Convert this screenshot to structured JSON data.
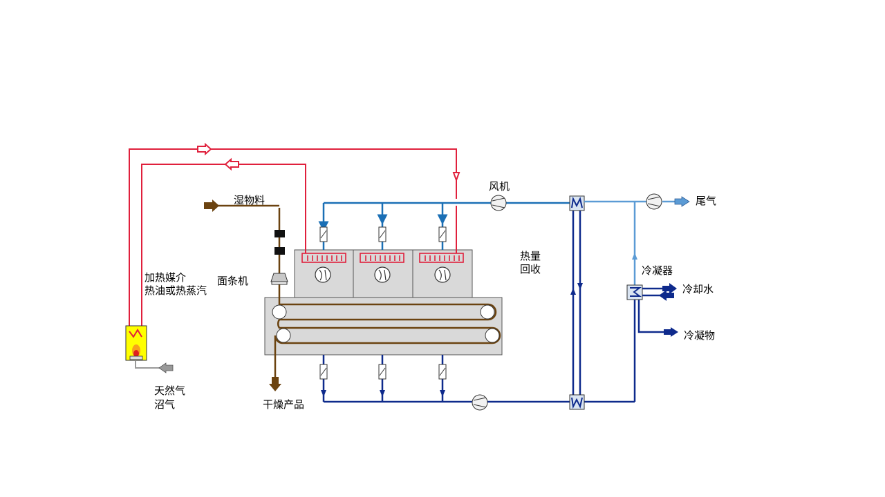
{
  "labels": {
    "wet_material": "湿物料",
    "fan": "风机",
    "exhaust": "尾气",
    "heat_recovery_line1": "热量",
    "heat_recovery_line2": "回收",
    "condenser": "冷凝器",
    "cooling_water": "冷却水",
    "condensate": "冷凝物",
    "heating_medium_line1": "加热媒介",
    "heating_medium_line2": "热油或热蒸汽",
    "noodle_extruder": "面条机",
    "fuel_line1": "天然气",
    "fuel_line2": "沼气",
    "dry_product": "干燥产品"
  },
  "colors": {
    "heating_loop": "#e0203c",
    "air_supply": "#1a6fb5",
    "air_return": "#0e2a8c",
    "exhaust_air": "#5b9bd5",
    "material_belt": "#6b4310",
    "dryer_body": "#d9d9d9",
    "burner_body": "#ffff00"
  }
}
